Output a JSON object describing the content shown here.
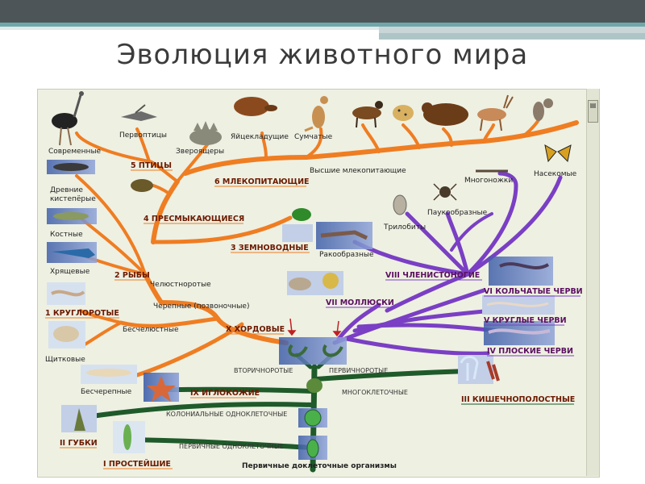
{
  "title": "Эволюция животного мира",
  "labels": {
    "modern": "Современные",
    "first_birds": "Первоптицы",
    "dinosaurs": "Звероящеры",
    "monotremes": "Яйцекладущие",
    "marsupials": "Сумчатые",
    "higher_mammals": "Высшие млекопитающие",
    "insects": "Насекомые",
    "myriapods": "Многоножки",
    "arachnids": "Паукообразные",
    "trilobites": "Трилобиты",
    "crustaceans": "Ракообразные",
    "ancient_lobefin": "Древние кистепёрые",
    "bony": "Костные",
    "cartilaginous": "Хрящевые",
    "jawed": "Челюстноротые",
    "cranial": "Черепные (позвоночные)",
    "jawless": "Бесчелюстные",
    "shield": "Щитковые",
    "skullless": "Бесчерепные",
    "deuterostomes": "ВТОРИЧНОРОТЫЕ",
    "protostomes": "ПЕРВИЧНОРОТЫЕ",
    "multicellular": "МНОГОКЛЕТОЧНЫЕ",
    "colonial": "КОЛОНИАЛЬНЫЕ ОДНОКЛЕТОЧНЫЕ",
    "primary_unicellular": "ПЕРВИЧНЫЕ ОДНОКЛЕТОЧНЫЕ",
    "precellular": "Первичные доклеточные организмы"
  },
  "groups": {
    "birds": "5 ПТИЦЫ",
    "mammals": "6 МЛЕКОПИТАЮЩИЕ",
    "reptiles": "4 ПРЕСМЫКАЮЩИЕСЯ",
    "amphibians": "3 ЗЕМНОВОДНЫЕ",
    "fish": "2 РЫБЫ",
    "cyclostomes": "1 КРУГЛОРОТЫЕ",
    "chordates": "X ХОРДОВЫЕ",
    "echinoderms": "IX ИГЛОКОЖИЕ",
    "sponges": "II ГУБКИ",
    "protozoa": "I ПРОСТЕЙШИЕ",
    "arthropods": "VIII ЧЛЕНИСТОНОГИЕ",
    "molluscs": "VII МОЛЛЮСКИ",
    "annelids": "VI КОЛЬЧАТЫЕ ЧЕРВИ",
    "roundworms": "V КРУГЛЫЕ ЧЕРВИ",
    "flatworms": "IV ПЛОСКИЕ ЧЕРВИ",
    "coelenterates": "III КИШЕЧНОПОЛОСТНЫЕ"
  },
  "colors": {
    "vertebrate_branch": "#ef7d22",
    "invertebrate_branch": "#7a3fc4",
    "base_branch": "#1f5a2a",
    "title": "#3b3b3b",
    "panel": "#eef0e2"
  }
}
